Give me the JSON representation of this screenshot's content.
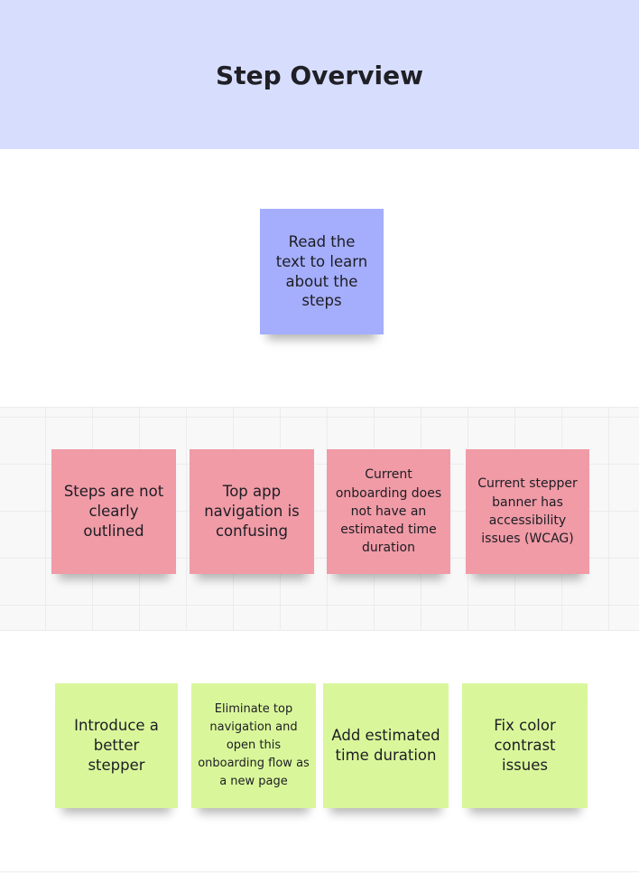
{
  "header": {
    "title": "Step Overview"
  },
  "intro_note": {
    "text": "Read the text to learn about the steps"
  },
  "problem_notes": [
    {
      "text": "Steps are not clearly outlined"
    },
    {
      "text": "Top app navigation is confusing"
    },
    {
      "text": "Current onboarding does not have an estimated time duration"
    },
    {
      "text": "Current stepper banner has accessibility issues (WCAG)"
    }
  ],
  "solution_notes": [
    {
      "text": "Introduce a better stepper"
    },
    {
      "text": "Eliminate top navigation and open this onboarding flow as a new page"
    },
    {
      "text": "Add estimated time duration"
    },
    {
      "text": "Fix color contrast issues"
    }
  ],
  "colors": {
    "header_bg": "#d7ddfc",
    "blue_note": "#a5aefc",
    "red_note": "#f09ba6",
    "green_note": "#d9f79a"
  }
}
